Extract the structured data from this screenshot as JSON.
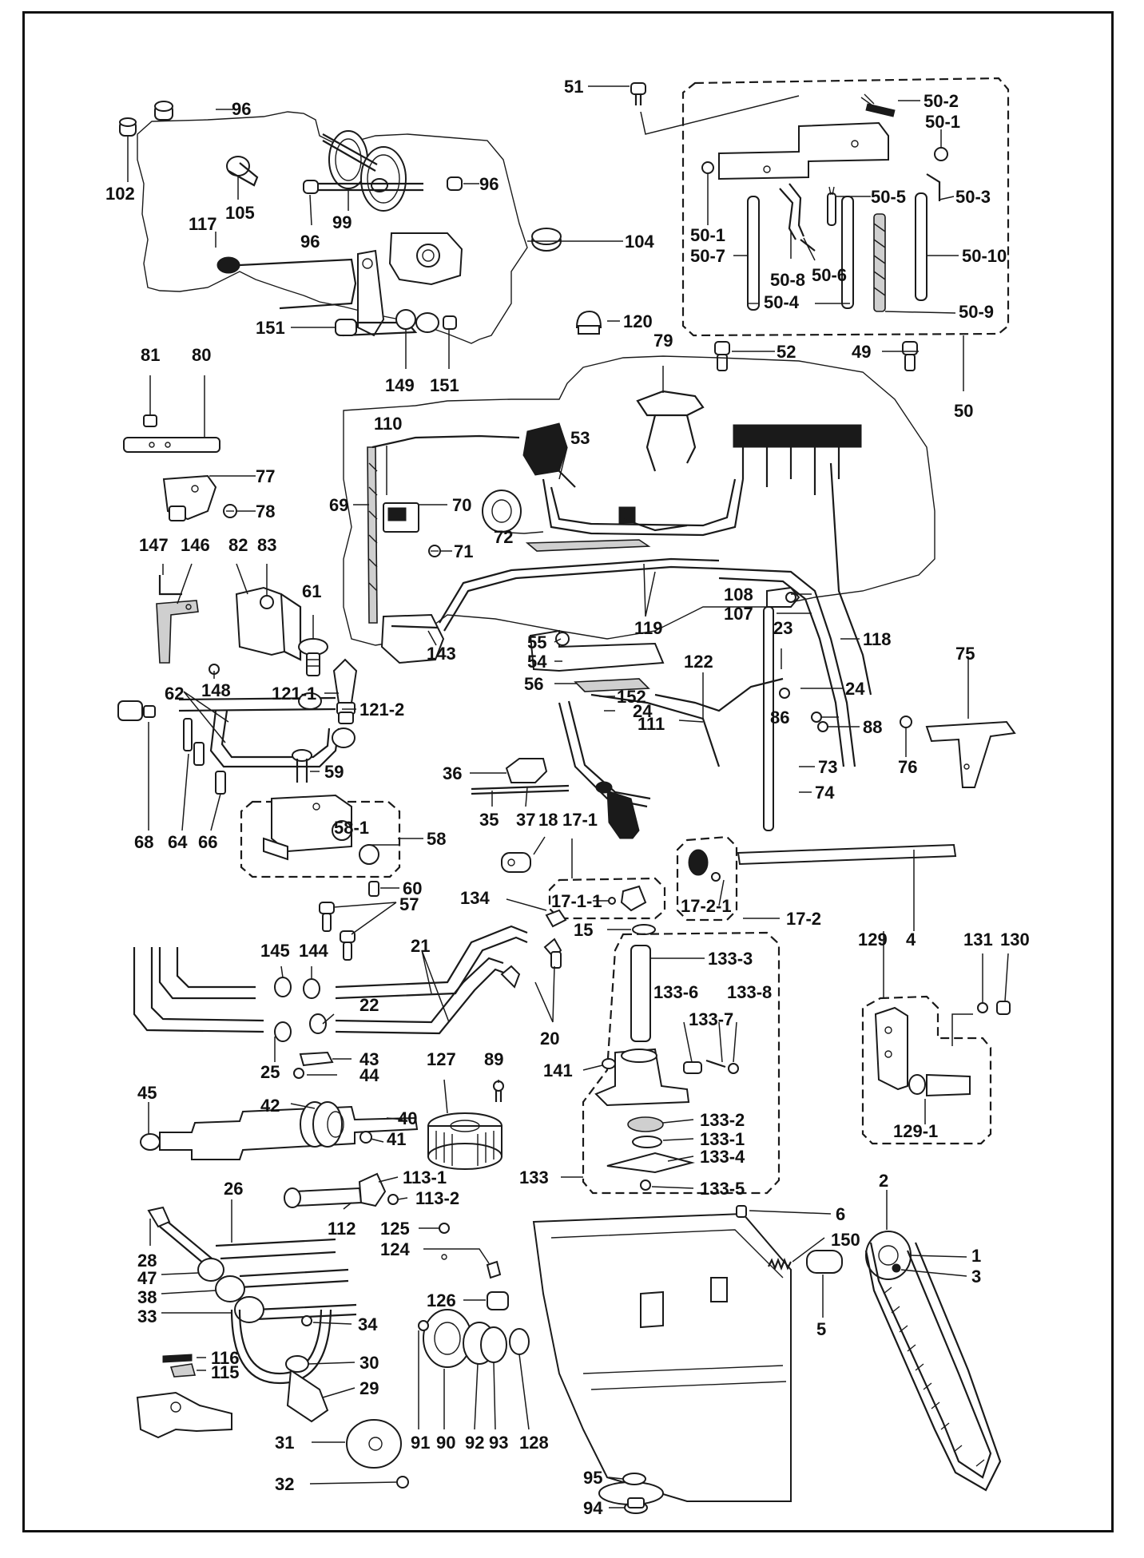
{
  "labels": {
    "l96a": "96",
    "l102": "102",
    "l105": "105",
    "l117": "117",
    "l96b": "96",
    "l96c": "96",
    "l99": "99",
    "l104": "104",
    "l151a": "151",
    "l149": "149",
    "l151b": "151",
    "l51": "51",
    "l50_2": "50-2",
    "l50_1a": "50-1",
    "l50_3": "50-3",
    "l50_1b": "50-1",
    "l50_5": "50-5",
    "l50_7": "50-7",
    "l50_8": "50-8",
    "l50_6": "50-6",
    "l50_10": "50-10",
    "l50_4": "50-4",
    "l50_9": "50-9",
    "l120": "120",
    "l52": "52",
    "l49": "49",
    "l50": "50",
    "l81": "81",
    "l80": "80",
    "l79": "79",
    "l110": "110",
    "l53": "53",
    "l77": "77",
    "l78": "78",
    "l69": "69",
    "l70": "70",
    "l71": "71",
    "l72": "72",
    "l147": "147",
    "l146": "146",
    "l82": "82",
    "l83": "83",
    "l61": "61",
    "l143": "143",
    "l119": "119",
    "l108": "108",
    "l107": "107",
    "l23": "23",
    "l118": "118",
    "l75": "75",
    "l55": "55",
    "l54": "54",
    "l122": "122",
    "l56": "56",
    "l148": "148",
    "l121_1": "121-1",
    "l121_2": "121-2",
    "l62": "62",
    "l24a": "24",
    "l152": "152",
    "l24b": "24",
    "l86": "86",
    "l88": "88",
    "l111": "111",
    "l76": "76",
    "l36": "36",
    "l59": "59",
    "l73": "73",
    "l74": "74",
    "l58_1": "58-1",
    "l58": "58",
    "l35": "35",
    "l37": "37",
    "l18": "18",
    "l17_1": "17-1",
    "l68": "68",
    "l64": "64",
    "l66": "66",
    "l60": "60",
    "l57": "57",
    "l134": "134",
    "l17_1_1": "17-1-1",
    "l15": "15",
    "l17_2_1": "17-2-1",
    "l17_2": "17-2",
    "l129": "129",
    "l4": "4",
    "l131": "131",
    "l130": "130",
    "l145": "145",
    "l144": "144",
    "l21": "21",
    "l133_3": "133-3",
    "l22": "22",
    "l20": "20",
    "l133_6": "133-6",
    "l133_7": "133-7",
    "l133_8": "133-8",
    "l25": "25",
    "l43": "43",
    "l44": "44",
    "l127": "127",
    "l89": "89",
    "l141": "141",
    "l45": "45",
    "l42": "42",
    "l40": "40",
    "l41": "41",
    "l133_2": "133-2",
    "l133_1": "133-1",
    "l129_1": "129-1",
    "l133_4": "133-4",
    "l113_1": "113-1",
    "l113_2": "113-2",
    "l133": "133",
    "l133_5": "133-5",
    "l2": "2",
    "l26": "26",
    "l112": "112",
    "l125": "125",
    "l6": "6",
    "l124": "124",
    "l150": "150",
    "l1": "1",
    "l28": "28",
    "l3": "3",
    "l47": "47",
    "l38": "38",
    "l34": "34",
    "l33": "33",
    "l126": "126",
    "l5": "5",
    "l116": "116",
    "l115": "115",
    "l30": "30",
    "l29": "29",
    "l31": "31",
    "l91": "91",
    "l90": "90",
    "l92": "92",
    "l93": "93",
    "l128": "128",
    "l95": "95",
    "l94": "94",
    "l32": "32"
  }
}
